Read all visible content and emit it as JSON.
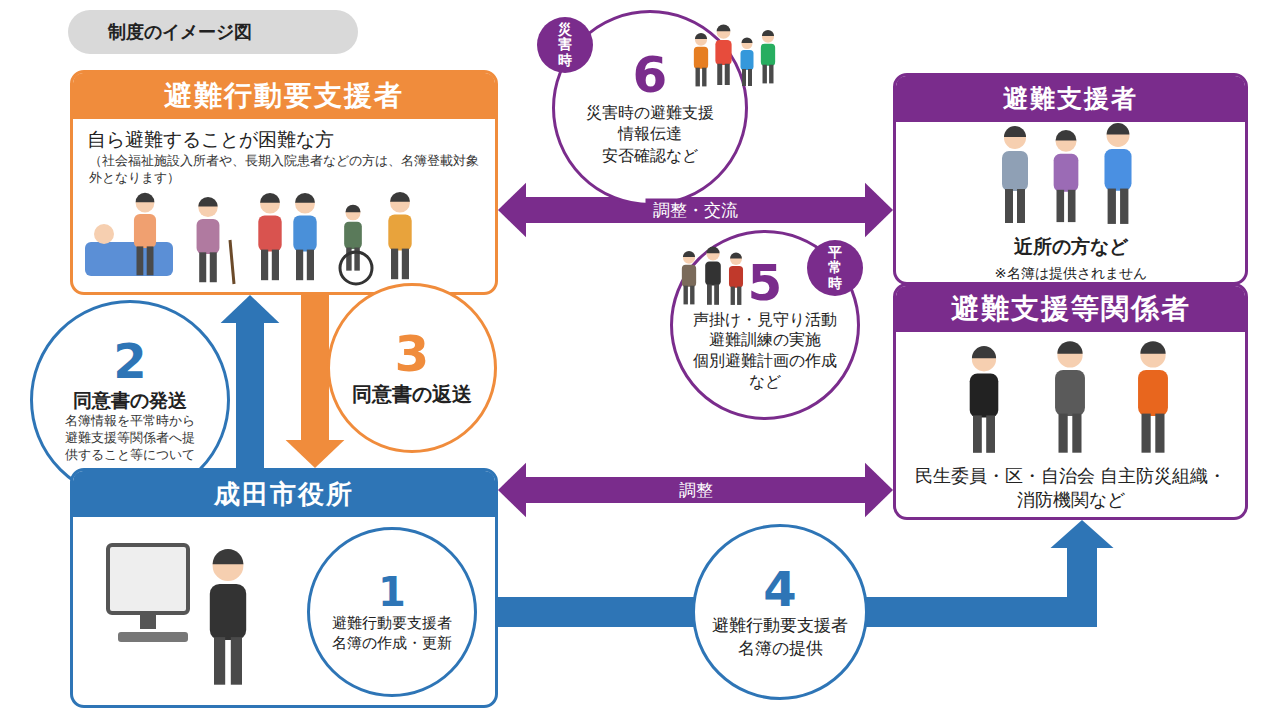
{
  "diagram": {
    "title": "制度のイメージ図",
    "nodes": [
      {
        "text": [
          "避難行動要支援者",
          "自ら避難することが困難な方",
          "（社会福祉施設入所者や、長期入院患者などの方は、名簿登載対象外となります）"
        ]
      },
      {
        "text": [
          "6",
          "災害時の避難支援 情報伝達 安否確認など"
        ]
      },
      {
        "text": [
          "災害時"
        ]
      },
      {
        "text": [
          "避難支援者",
          "近所の方など",
          "※名簿は提供されません"
        ]
      },
      {
        "text": [
          "避難支援等関係者",
          "民生委員・区・自治会 自主防災組織・消防機関など"
        ]
      },
      {
        "text": [
          "5",
          "声掛け・見守り活動 避難訓練の実施 個別避難計画の作成 など"
        ]
      },
      {
        "text": [
          "平常時"
        ]
      },
      {
        "text": [
          "2",
          "同意書の発送",
          "名簿情報を平常時から 避難支援等関係者へ提 供すること等について"
        ]
      },
      {
        "text": [
          "3",
          "同意書の返送"
        ]
      },
      {
        "text": [
          "成田市役所"
        ]
      },
      {
        "text": [
          "1",
          "避難行動要支援者 名簿の作成・更新"
        ],
        "in": 9
      },
      {
        "text": [
          "4",
          "避難行動要支援者 名簿の提供"
        ]
      }
    ],
    "edges": [
      {
        "from": 0,
        "to": 3,
        "label": "調整・交流",
        "arrow": "both"
      },
      {
        "from": 9,
        "to": 4,
        "label": "調整",
        "arrow": "both"
      },
      {
        "from": 9,
        "to": 0,
        "arrow": "to"
      },
      {
        "from": 0,
        "to": 9,
        "arrow": "to"
      },
      {
        "from": 9,
        "to": 4,
        "arrow": "to"
      }
    ]
  }
}
